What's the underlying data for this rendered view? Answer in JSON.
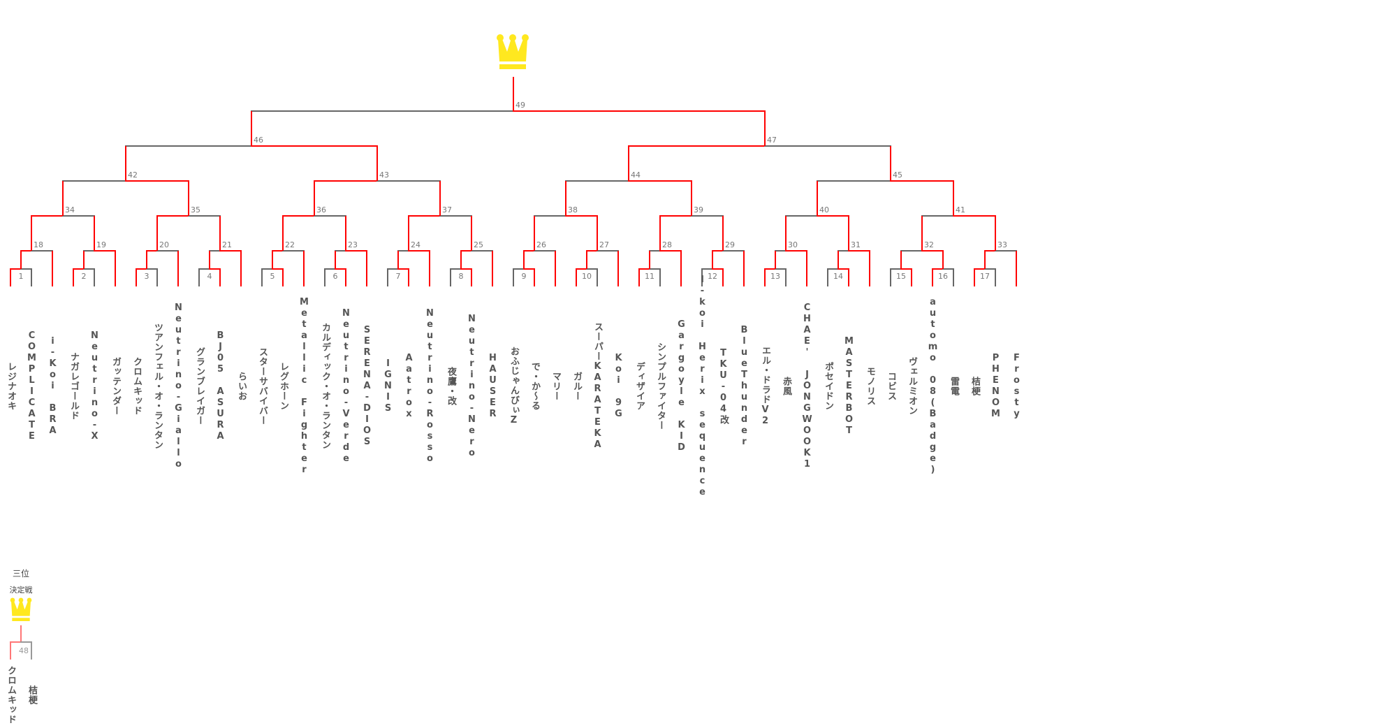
{
  "colors": {
    "win": "#ff0000",
    "lose": "#666666",
    "crown": "#ffe81f",
    "tp_win": "#ff7777",
    "tp_lose": "#999999"
  },
  "players": [
    "レジナオキ",
    "COMPLICATE",
    "i-Koi BRA",
    "ナガレゴールド",
    "Neutrino-X",
    "ガッテンダー",
    "クロムキッド",
    "ツアンフェル・オ・ランタン",
    "Neutrino-Giallo",
    "グランブレイガー",
    "BJ05 ASURA",
    "らいお",
    "スターサバイバー",
    "レグホーン",
    "Metallic Fighter",
    "カルディック・オ・ランタン",
    "Neutrino-Verde",
    "SERENA-DIOS",
    "IGNIS",
    "Aatrox",
    "Neutrino-Rosso",
    "夜鷹・改",
    "Neutrino-Nero",
    "HAUSER",
    "おふじゃんびぃZ",
    "で・か～る",
    "マリー",
    "ガルー",
    "スーパーKARATEKA",
    "Koi 9G",
    "ディザイア",
    "シンプルファイター",
    "Gargoyle KID",
    "I-koi Herix sequence",
    "TKU-04改",
    "BlueThunder",
    "エル・ドラドV2",
    "赤風",
    "CHAE' JONGWOOK1",
    "ポセイドン",
    "MASTERBOT",
    "モノリス",
    "コビス",
    "ヴェルミオン",
    "automo 08(Badge)",
    "雷電",
    "桔梗",
    "PHENOM",
    "Frosty"
  ],
  "matches": [
    {
      "id": "1",
      "a": "p1",
      "b": "p2",
      "win": "L"
    },
    {
      "id": "2",
      "a": "p4",
      "b": "p5",
      "win": "L"
    },
    {
      "id": "3",
      "a": "p7",
      "b": "p8",
      "win": "L"
    },
    {
      "id": "4",
      "a": "p10",
      "b": "p11",
      "win": "R"
    },
    {
      "id": "5",
      "a": "p13",
      "b": "p14",
      "win": "R"
    },
    {
      "id": "6",
      "a": "p16",
      "b": "p17",
      "win": "R"
    },
    {
      "id": "7",
      "a": "p19",
      "b": "p20",
      "win": "R"
    },
    {
      "id": "8",
      "a": "p22",
      "b": "p23",
      "win": "R"
    },
    {
      "id": "9",
      "a": "p25",
      "b": "p26",
      "win": "R"
    },
    {
      "id": "10",
      "a": "p28",
      "b": "p29",
      "win": "L"
    },
    {
      "id": "11",
      "a": "p31",
      "b": "p32",
      "win": "L"
    },
    {
      "id": "12",
      "a": "p34",
      "b": "p35",
      "win": "R"
    },
    {
      "id": "13",
      "a": "p37",
      "b": "p38",
      "win": "L"
    },
    {
      "id": "14",
      "a": "p40",
      "b": "p41",
      "win": "R"
    },
    {
      "id": "15",
      "a": "p43",
      "b": "p44",
      "win": "R"
    },
    {
      "id": "16",
      "a": "p45",
      "b": "p46",
      "win": "L"
    },
    {
      "id": "17",
      "a": "p47",
      "b": "p48",
      "win": "L"
    },
    {
      "id": "18",
      "a": "m1",
      "b": "p3",
      "win": "L"
    },
    {
      "id": "19",
      "a": "m2",
      "b": "p6",
      "win": "R"
    },
    {
      "id": "20",
      "a": "m3",
      "b": "p9",
      "win": "L"
    },
    {
      "id": "21",
      "a": "m4",
      "b": "p12",
      "win": "R"
    },
    {
      "id": "22",
      "a": "m5",
      "b": "p15",
      "win": "L"
    },
    {
      "id": "23",
      "a": "m6",
      "b": "p18",
      "win": "R"
    },
    {
      "id": "24",
      "a": "m7",
      "b": "p21",
      "win": "R"
    },
    {
      "id": "25",
      "a": "m8",
      "b": "p24",
      "win": "L"
    },
    {
      "id": "26",
      "a": "m9",
      "b": "p27",
      "win": "L"
    },
    {
      "id": "27",
      "a": "m10",
      "b": "p30",
      "win": "L"
    },
    {
      "id": "28",
      "a": "m11",
      "b": "p33",
      "win": "R"
    },
    {
      "id": "29",
      "a": "m12",
      "b": "p36",
      "win": "L"
    },
    {
      "id": "30",
      "a": "m13",
      "b": "p39",
      "win": "R"
    },
    {
      "id": "31",
      "a": "m14",
      "b": "p42",
      "win": "R"
    },
    {
      "id": "32",
      "a": "m15",
      "b": "m16",
      "win": "R"
    },
    {
      "id": "33",
      "a": "m17",
      "b": "p49",
      "win": "L"
    },
    {
      "id": "34",
      "a": "m18",
      "b": "m19",
      "win": "L"
    },
    {
      "id": "35",
      "a": "m20",
      "b": "m21",
      "win": "L"
    },
    {
      "id": "36",
      "a": "m22",
      "b": "m23",
      "win": "L"
    },
    {
      "id": "37",
      "a": "m24",
      "b": "m25",
      "win": "L"
    },
    {
      "id": "38",
      "a": "m26",
      "b": "m27",
      "win": "R"
    },
    {
      "id": "39",
      "a": "m28",
      "b": "m29",
      "win": "L"
    },
    {
      "id": "40",
      "a": "m30",
      "b": "m31",
      "win": "R"
    },
    {
      "id": "41",
      "a": "m32",
      "b": "m33",
      "win": "R"
    },
    {
      "id": "42",
      "a": "m34",
      "b": "m35",
      "win": "R"
    },
    {
      "id": "43",
      "a": "m36",
      "b": "m37",
      "win": "L"
    },
    {
      "id": "44",
      "a": "m38",
      "b": "m39",
      "win": "R"
    },
    {
      "id": "45",
      "a": "m40",
      "b": "m41",
      "win": "R"
    },
    {
      "id": "46",
      "a": "m42",
      "b": "m43",
      "win": "R"
    },
    {
      "id": "47",
      "a": "m44",
      "b": "m45",
      "win": "L"
    },
    {
      "id": "49",
      "a": "m46",
      "b": "m47",
      "win": "R"
    }
  ],
  "third_place": {
    "title_line1": "三位",
    "title_line2": "決定戦",
    "match_id": "48",
    "players": [
      "クロムキッド",
      "桔梗"
    ],
    "win": "L"
  }
}
